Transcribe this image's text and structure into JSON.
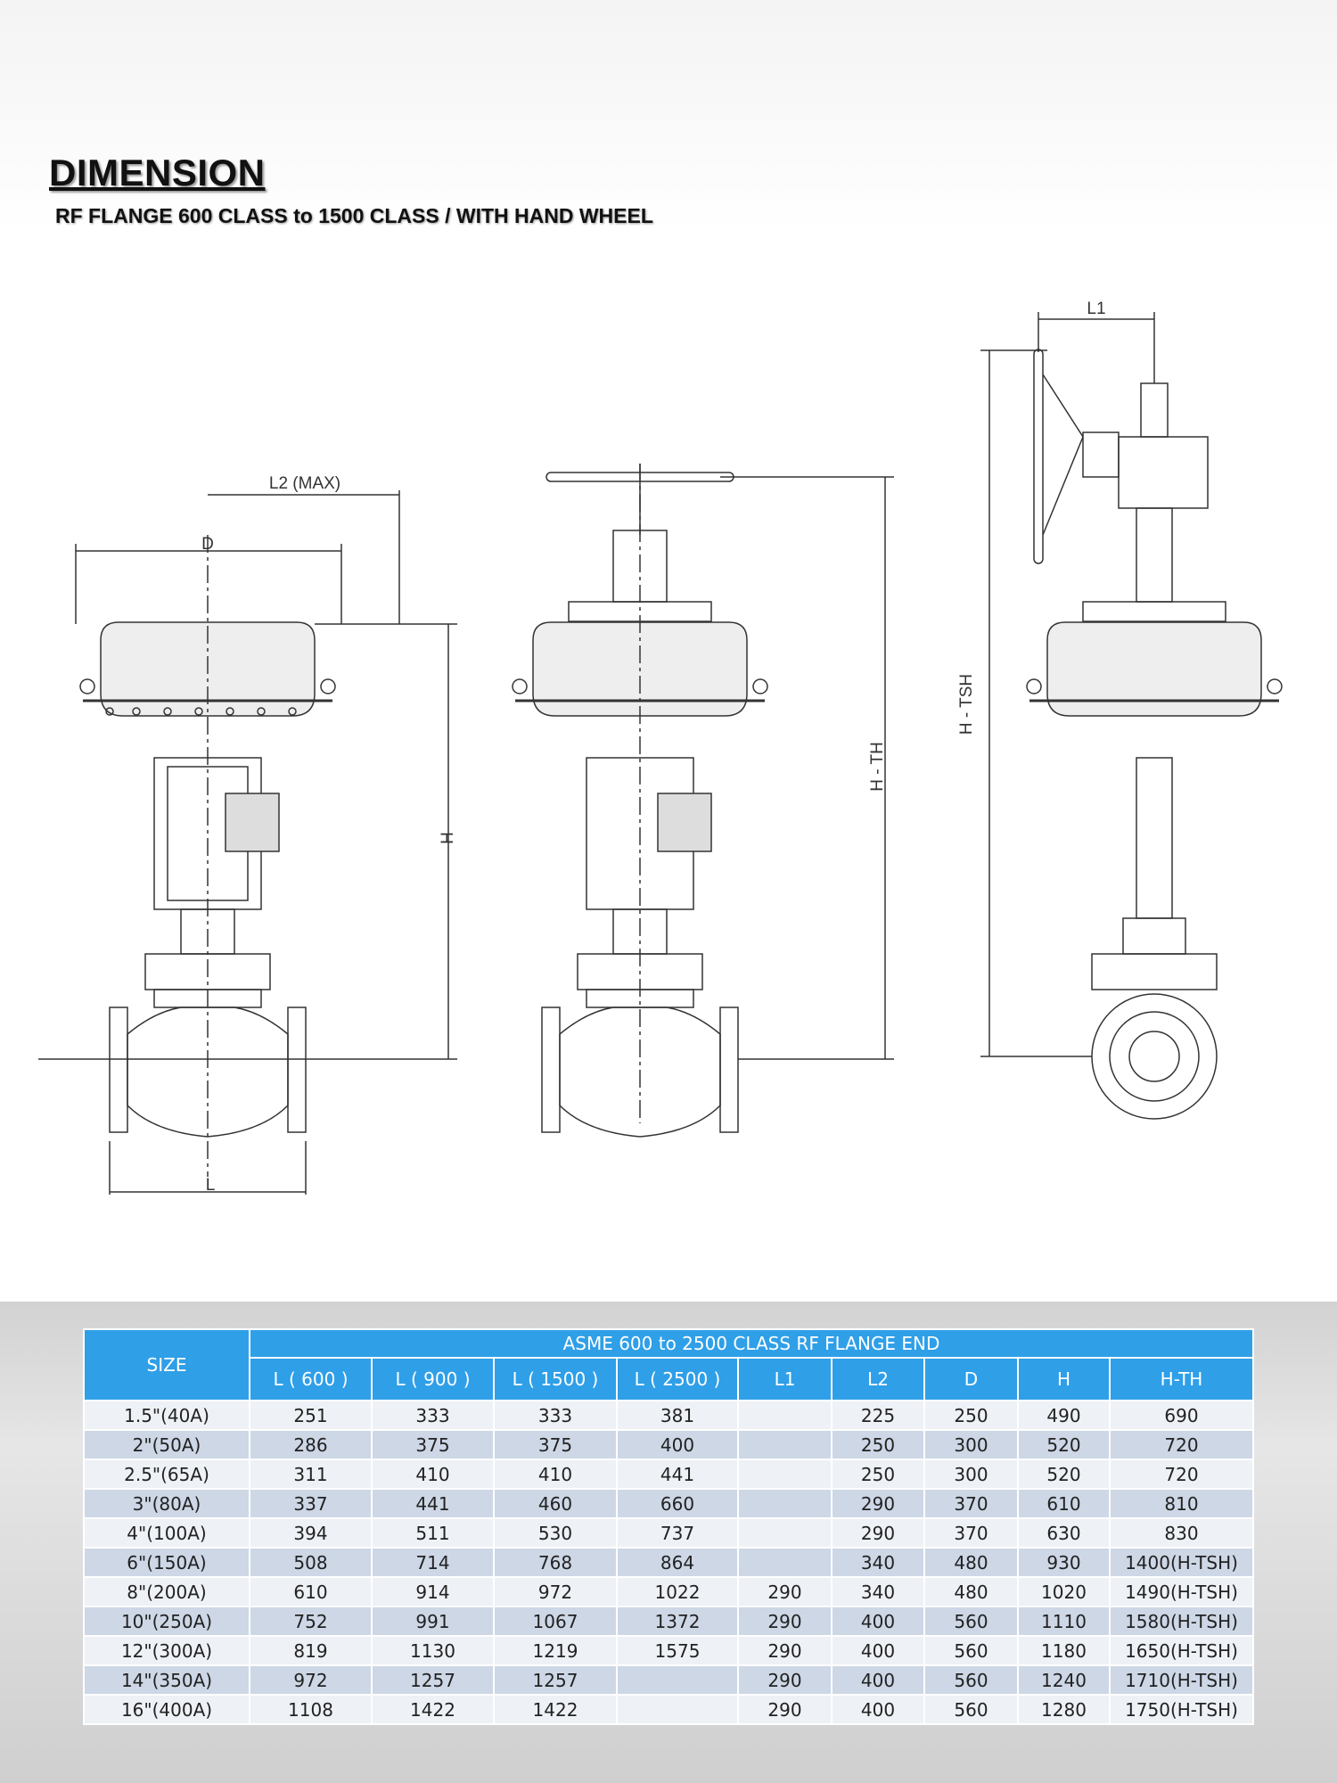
{
  "header": {
    "title": "DIMENSION",
    "subtitle": "RF FLANGE 600 CLASS to 1500 CLASS / WITH HAND WHEEL"
  },
  "drawing_labels": {
    "l2": "L2 (MAX)",
    "d": "D",
    "h": "H",
    "h_th": "H - TH",
    "h_tsh": "H - TSH",
    "l1": "L1",
    "l": "L"
  },
  "table": {
    "size_header": "SIZE",
    "group_header": "ASME 600  to 2500 CLASS RF FLANGE END",
    "columns": [
      "L ( 600 )",
      "L ( 900 )",
      "L ( 1500 )",
      "L ( 2500 )",
      "L1",
      "L2",
      "D",
      "H",
      "H-TH"
    ],
    "rows": [
      [
        "1.5\"(40A)",
        "251",
        "333",
        "333",
        "381",
        "",
        "225",
        "250",
        "490",
        "690"
      ],
      [
        "2\"(50A)",
        "286",
        "375",
        "375",
        "400",
        "",
        "250",
        "300",
        "520",
        "720"
      ],
      [
        "2.5\"(65A)",
        "311",
        "410",
        "410",
        "441",
        "",
        "250",
        "300",
        "520",
        "720"
      ],
      [
        "3\"(80A)",
        "337",
        "441",
        "460",
        "660",
        "",
        "290",
        "370",
        "610",
        "810"
      ],
      [
        "4\"(100A)",
        "394",
        "511",
        "530",
        "737",
        "",
        "290",
        "370",
        "630",
        "830"
      ],
      [
        "6\"(150A)",
        "508",
        "714",
        "768",
        "864",
        "",
        "340",
        "480",
        "930",
        "1400(H-TSH)"
      ],
      [
        "8\"(200A)",
        "610",
        "914",
        "972",
        "1022",
        "290",
        "340",
        "480",
        "1020",
        "1490(H-TSH)"
      ],
      [
        "10\"(250A)",
        "752",
        "991",
        "1067",
        "1372",
        "290",
        "400",
        "560",
        "1110",
        "1580(H-TSH)"
      ],
      [
        "12\"(300A)",
        "819",
        "1130",
        "1219",
        "1575",
        "290",
        "400",
        "560",
        "1180",
        "1650(H-TSH)"
      ],
      [
        "14\"(350A)",
        "972",
        "1257",
        "1257",
        "",
        "290",
        "400",
        "560",
        "1240",
        "1710(H-TSH)"
      ],
      [
        "16\"(400A)",
        "1108",
        "1422",
        "1422",
        "",
        "290",
        "400",
        "560",
        "1280",
        "1750(H-TSH)"
      ]
    ]
  }
}
